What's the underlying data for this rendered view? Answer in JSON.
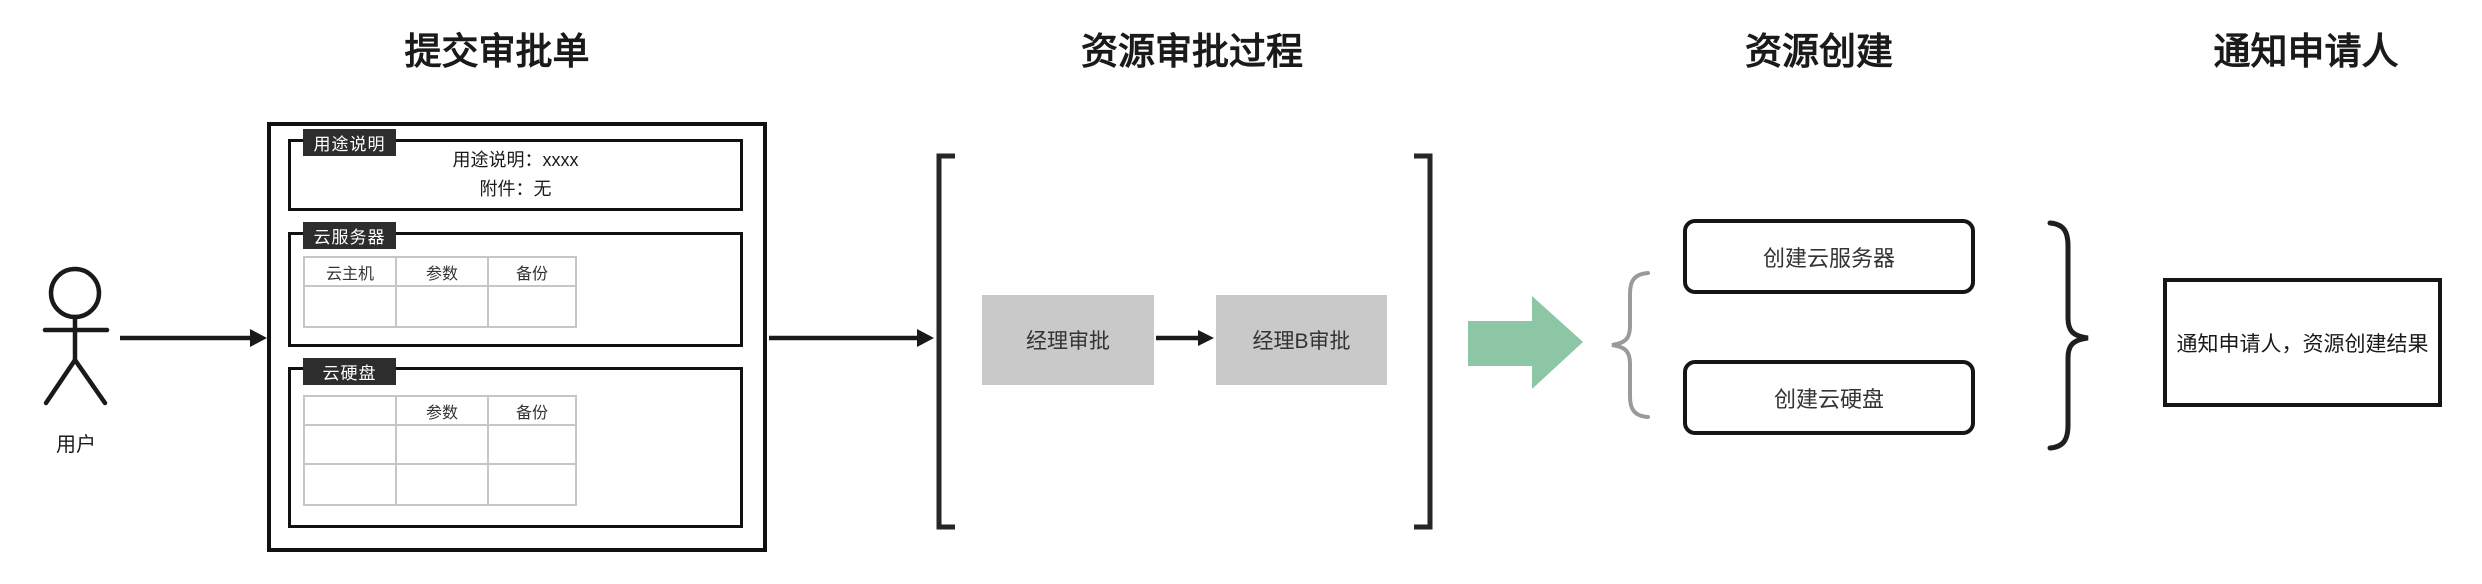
{
  "titles": {
    "submit": "提交审批单",
    "approval": "资源审批过程",
    "creation": "资源创建",
    "notify": "通知申请人"
  },
  "actor": {
    "label": "用户"
  },
  "form": {
    "sections": [
      {
        "tab": "用途说明",
        "lines": [
          "用途说明：xxxx",
          "附件：无"
        ]
      },
      {
        "tab": "云服务器",
        "table": {
          "headers": [
            "云主机",
            "参数",
            "备份"
          ],
          "rows": [
            [
              "",
              "",
              ""
            ]
          ]
        }
      },
      {
        "tab": "云硬盘",
        "table": {
          "headers": [
            "",
            "参数",
            "备份"
          ],
          "rows": [
            [
              "",
              "",
              ""
            ],
            [
              "",
              "",
              ""
            ]
          ]
        }
      }
    ]
  },
  "process": {
    "steps": [
      "经理审批",
      "经理B审批"
    ]
  },
  "creation": {
    "tasks": [
      "创建云服务器",
      "创建云硬盘"
    ]
  },
  "notify": {
    "message": "通知申请人，资源创建结果"
  },
  "colors": {
    "line_black": "#1a1a1a",
    "tab_background": "#2d2d2d",
    "process_box_gray": "#c9c9c9",
    "green_arrow": "#8cc6a4",
    "table_border_gray": "#c6c6c6",
    "brace_gray": "#9a9a9a"
  }
}
